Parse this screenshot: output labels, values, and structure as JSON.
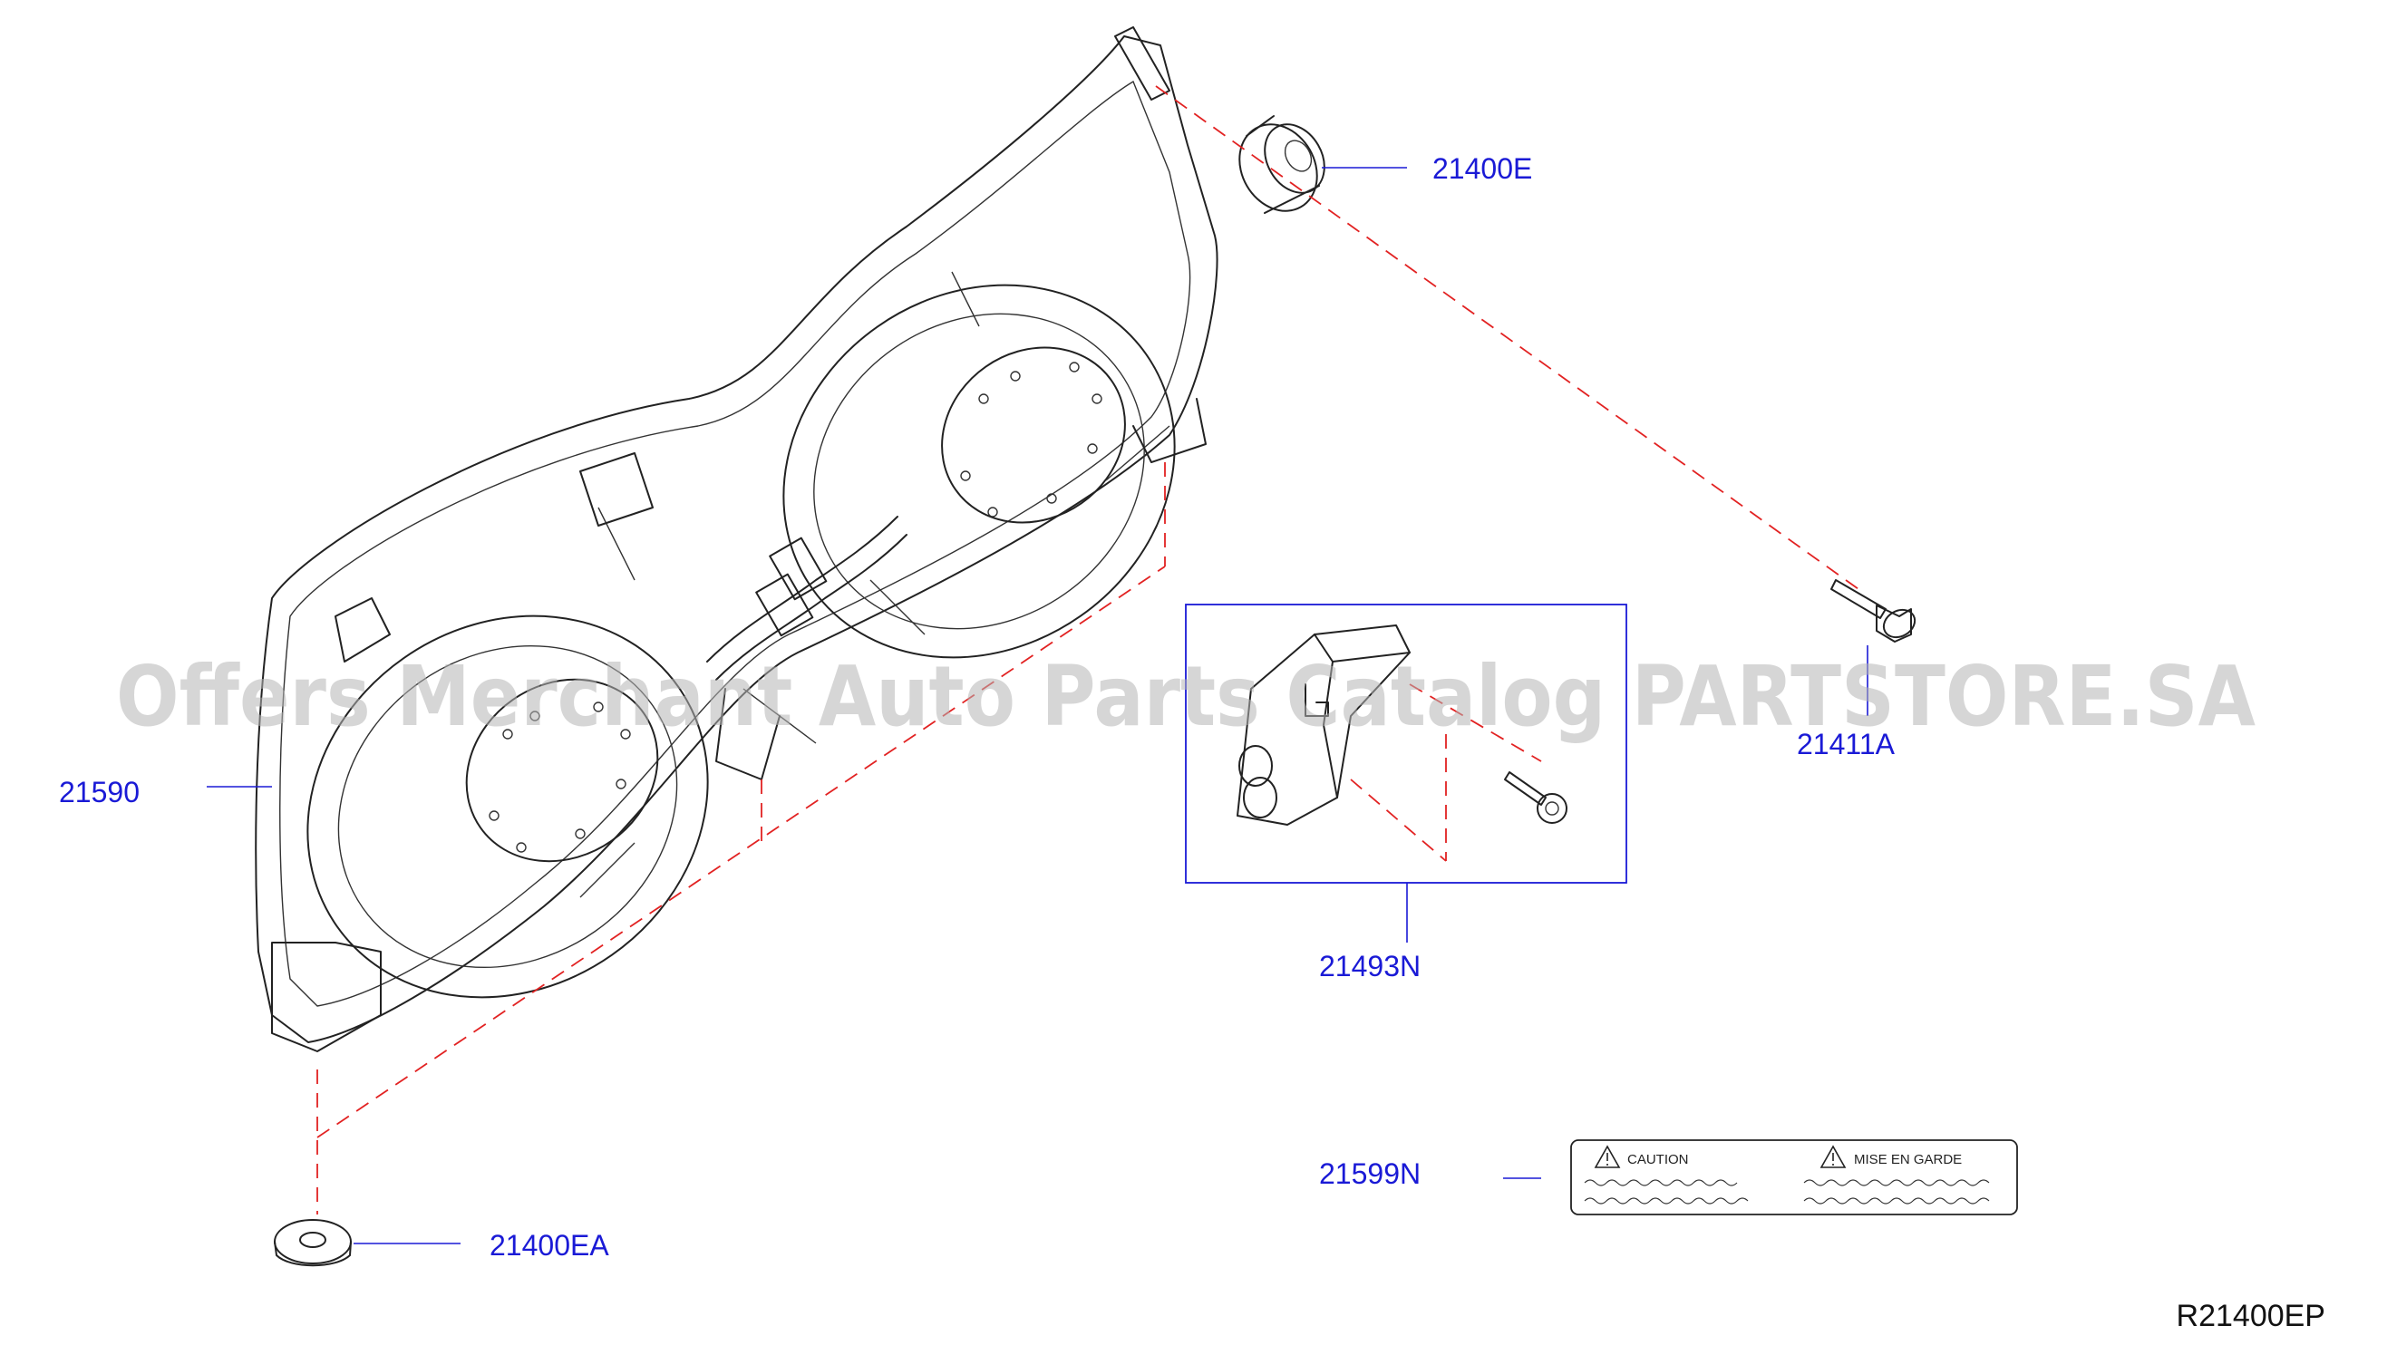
{
  "colors": {
    "callout": "#1a1ad6",
    "dash": "#e22222",
    "line": "#222222",
    "watermark": "#b4b4b4"
  },
  "callouts": {
    "p21400E": "21400E",
    "p21590": "21590",
    "p21411A": "21411A",
    "p21493N": "21493N",
    "p21599N": "21599N",
    "p21400EA": "21400EA"
  },
  "reference_code": "R21400EP",
  "watermark": "Offers Merchant Auto Parts Catalog PARTSTORE.SA",
  "caution_label": {
    "left_heading": "CAUTION",
    "right_heading": "MISE   EN   GARDE"
  },
  "icons": {
    "warning": "warning-triangle-icon"
  }
}
